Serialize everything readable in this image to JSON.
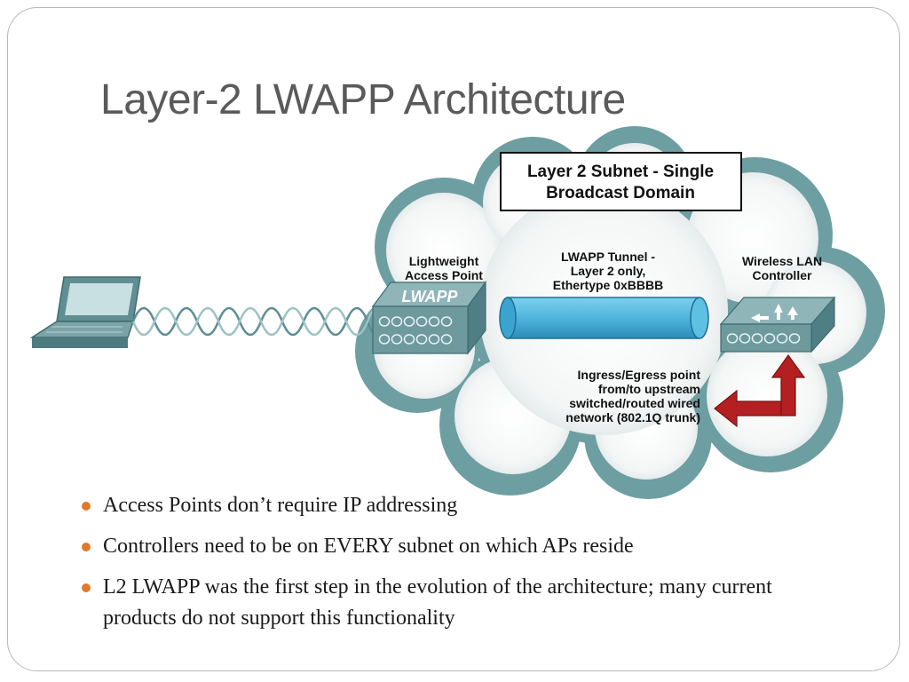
{
  "slide": {
    "title": "Layer-2 LWAPP Architecture"
  },
  "diagram": {
    "subnet_box": [
      "Layer 2 Subnet - Single",
      "Broadcast Domain"
    ],
    "access_point_label": [
      "Lightweight",
      "Access Point"
    ],
    "access_point_logo": "LWAPP",
    "tunnel_label": [
      "LWAPP Tunnel -",
      "Layer 2 only,",
      "Ethertype 0xBBBB"
    ],
    "controller_label": [
      "Wireless LAN",
      "Controller"
    ],
    "ingress_label": [
      "Ingress/Egress point",
      "from/to upstream",
      "switched/routed wired",
      "network (802.1Q trunk)"
    ]
  },
  "bullets": [
    "Access Points don’t require IP addressing",
    "Controllers need to be on EVERY subnet on which APs reside",
    "L2 LWAPP was the first step in the evolution of the architecture; many current products do not support this functionality"
  ],
  "colors": {
    "cloud_rim": "#6d9ea2",
    "tunnel": "#4fb5dc",
    "arrow": "#b41f22",
    "device": "#6e9a9e",
    "bullet": "#e07a2a"
  }
}
